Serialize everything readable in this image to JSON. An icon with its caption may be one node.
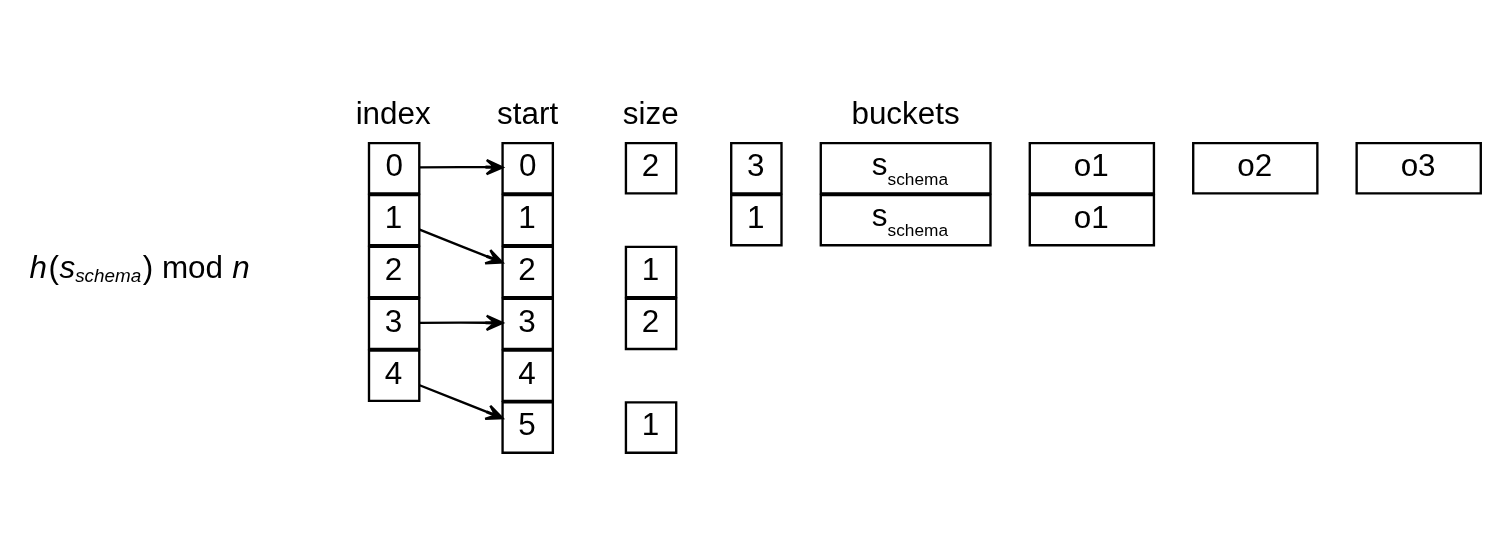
{
  "diagram": {
    "nodes": [
      {
        "text": [
          "0"
        ]
      },
      {
        "text": [
          "1"
        ]
      },
      {
        "text": [
          "2"
        ]
      },
      {
        "text": [
          "3"
        ]
      },
      {
        "text": [
          "4"
        ]
      },
      {
        "text": [
          "0"
        ]
      },
      {
        "text": [
          "1"
        ]
      },
      {
        "text": [
          "2"
        ]
      },
      {
        "text": [
          "3"
        ]
      },
      {
        "text": [
          "4"
        ]
      },
      {
        "text": [
          "5"
        ]
      },
      {
        "text": [
          "2"
        ]
      },
      {
        "text": [
          "1"
        ]
      },
      {
        "text": [
          "2"
        ]
      },
      {
        "text": [
          "1"
        ]
      },
      {
        "text": [
          "3"
        ]
      },
      {
        "text": [
          "s$_{schema}$"
        ]
      },
      {
        "text": [
          "o1"
        ]
      },
      {
        "text": [
          "o2"
        ]
      },
      {
        "text": [
          "o3"
        ]
      },
      {
        "text": [
          "1"
        ]
      },
      {
        "text": [
          "s$_{schema}$"
        ]
      },
      {
        "text": [
          "o1"
        ]
      }
    ],
    "edges": [
      {
        "from": 0,
        "to": 5,
        "arrow": "to"
      },
      {
        "from": 1,
        "to": 7,
        "arrow": "to"
      },
      {
        "from": 3,
        "to": 8,
        "arrow": "to"
      },
      {
        "from": 4,
        "to": 10,
        "arrow": "to"
      }
    ],
    "labels": [
      "index",
      "start",
      "size",
      "buckets",
      "*h*(*s*$_{schema}$) mod *n*"
    ]
  }
}
